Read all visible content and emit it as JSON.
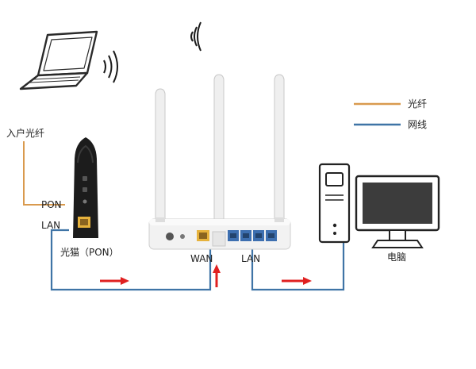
{
  "legend": {
    "fiber": {
      "label": "光纤",
      "color": "#d99a4e"
    },
    "ethernet": {
      "label": "网线",
      "color": "#3f74a6"
    }
  },
  "labels": {
    "incoming_fiber": "入户光纤",
    "pon": "PON",
    "lan_modem": "LAN",
    "modem_name": "光猫（PON）",
    "wan": "WAN",
    "lan_router": "LAN",
    "computer": "电脑"
  },
  "colors": {
    "arrow": "#e02020",
    "device_dark": "#1c1c1c",
    "router_body": "#f2f2f2",
    "port_blue": "#3d6fb0",
    "port_yellow": "#e6b23c",
    "screen": "#3c3c3c"
  },
  "icons": [
    "laptop-icon",
    "wifi-signal-icon",
    "router-icon",
    "optical-modem-icon",
    "desktop-computer-icon"
  ]
}
